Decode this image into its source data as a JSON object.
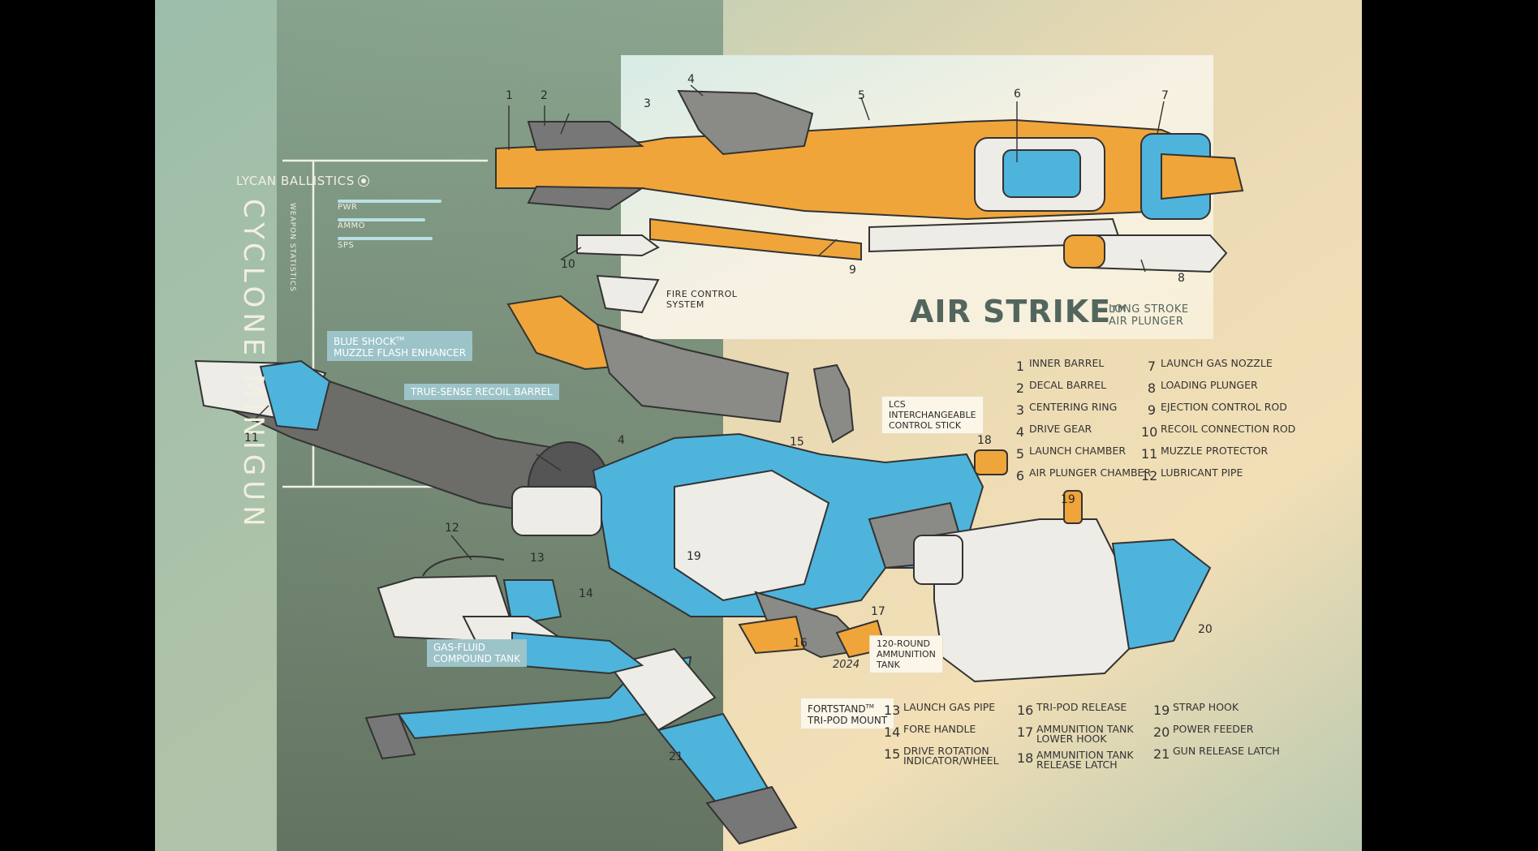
{
  "brand": {
    "name": "LYCAN BALLISTICS",
    "logo_icon": "target-icon"
  },
  "weapon": {
    "name": "CYCLONE MINIGUN",
    "stats_heading": "WEAPON STATISTICS",
    "stats": [
      {
        "label": "PWR",
        "value": 0.85
      },
      {
        "label": "AMMO",
        "value": 0.72
      },
      {
        "label": "SPS",
        "value": 0.78
      }
    ]
  },
  "air_strike": {
    "title": "AIR STRIKE",
    "tm": "TM",
    "subtitle_line1": "LONG STROKE",
    "subtitle_line2": "AIR PLUNGER"
  },
  "callouts": {
    "blue_shock": {
      "line1": "BLUE SHOCK",
      "tm": "TM",
      "line2": "MUZZLE FLASH ENHANCER"
    },
    "true_sense": "TRUE-SENSE RECOIL BARREL",
    "fire_control_line1": "FIRE CONTROL",
    "fire_control_line2": "SYSTEM",
    "lcs_line1": "LCS",
    "lcs_line2": "INTERCHANGEABLE",
    "lcs_line3": "CONTROL STICK",
    "gas_fluid_line1": "GAS-FLUID",
    "gas_fluid_line2": "COMPOUND TANK",
    "ammo_tank_line1": "120-ROUND",
    "ammo_tank_line2": "AMMUNITION",
    "ammo_tank_line3": "TANK",
    "fortstand_line1": "FORTSTAND",
    "fortstand_tm": "TM",
    "fortstand_line2": "TRI-POD MOUNT"
  },
  "signature": "2024",
  "legend_top_left": [
    {
      "n": "1",
      "label": "INNER BARREL"
    },
    {
      "n": "2",
      "label": "DECAL BARREL"
    },
    {
      "n": "3",
      "label": "CENTERING RING"
    },
    {
      "n": "4",
      "label": "DRIVE GEAR"
    },
    {
      "n": "5",
      "label": "LAUNCH CHAMBER"
    },
    {
      "n": "6",
      "label": "AIR PLUNGER CHAMBER"
    }
  ],
  "legend_top_right": [
    {
      "n": "7",
      "label": "LAUNCH GAS NOZZLE"
    },
    {
      "n": "8",
      "label": "LOADING PLUNGER"
    },
    {
      "n": "9",
      "label": "EJECTION CONTROL ROD"
    },
    {
      "n": "10",
      "label": "RECOIL CONNECTION ROD"
    },
    {
      "n": "11",
      "label": "MUZZLE PROTECTOR"
    },
    {
      "n": "12",
      "label": "LUBRICANT PIPE"
    }
  ],
  "legend_bottom_1": [
    {
      "n": "13",
      "label": "LAUNCH GAS PIPE"
    },
    {
      "n": "14",
      "label": "FORE HANDLE"
    },
    {
      "n": "15",
      "label": "DRIVE ROTATION INDICATOR/WHEEL"
    }
  ],
  "legend_bottom_2": [
    {
      "n": "16",
      "label": "TRI-POD RELEASE"
    },
    {
      "n": "17",
      "label": "AMMUNITION TANK LOWER HOOK"
    },
    {
      "n": "18",
      "label": "AMMUNITION TANK RELEASE LATCH"
    }
  ],
  "legend_bottom_3": [
    {
      "n": "19",
      "label": "STRAP HOOK"
    },
    {
      "n": "20",
      "label": "POWER FEEDER"
    },
    {
      "n": "21",
      "label": "GUN RELEASE LATCH"
    }
  ],
  "colors": {
    "orange": "#f0a53a",
    "blue": "#4eb4dc",
    "gray": "#8a8a86",
    "white": "#f2efe8",
    "bg_green": "#8fb5a8",
    "bg_cream": "#f0dfb8",
    "panel_dark": "#566d5f"
  }
}
